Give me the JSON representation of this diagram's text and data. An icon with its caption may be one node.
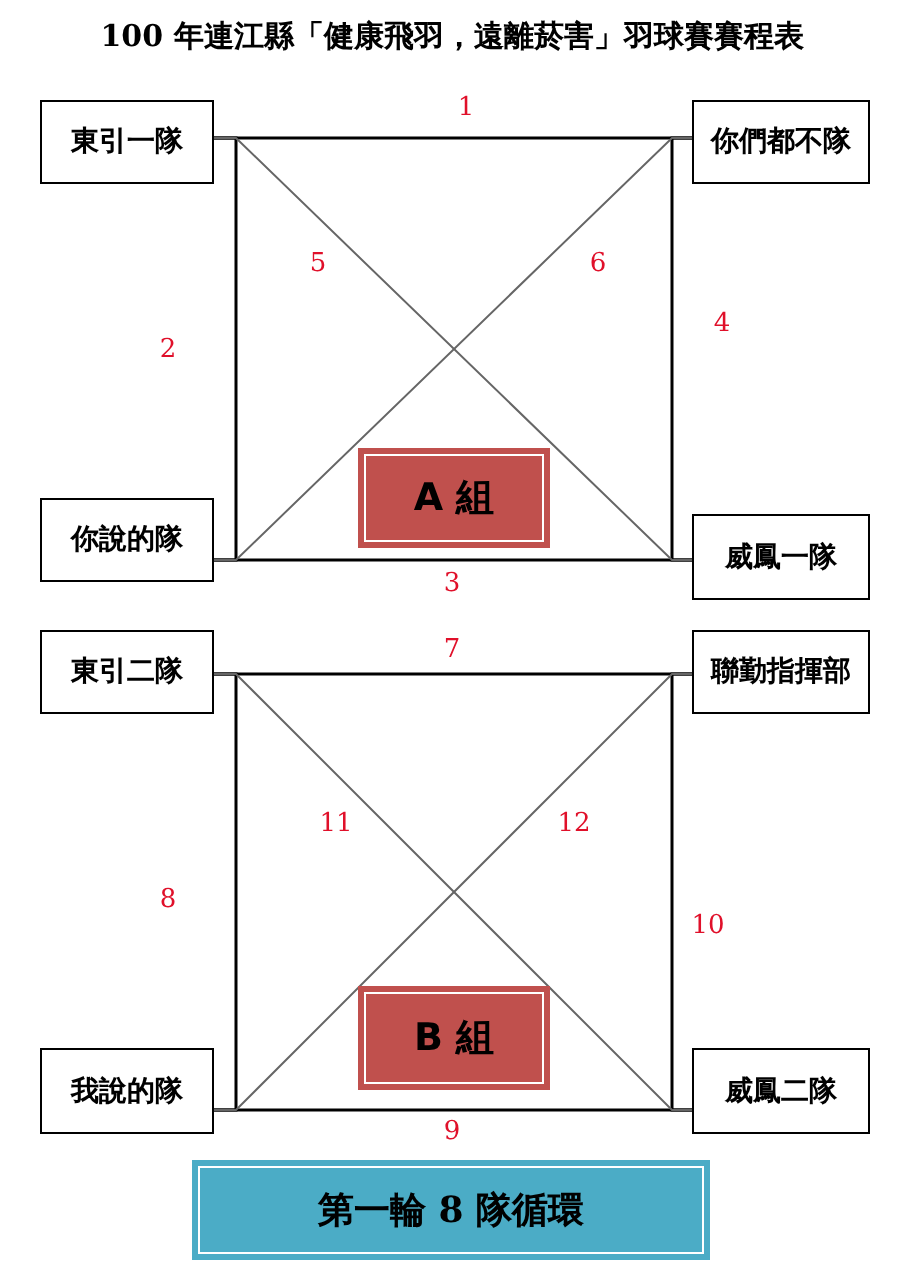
{
  "diagram": {
    "title": "100 年連江縣「健康飛羽，遠離菸害」羽球賽賽程表",
    "nodes": [
      {
        "text": [
          "東引一隊"
        ]
      },
      {
        "text": [
          "你們都不隊"
        ]
      },
      {
        "text": [
          "你說的隊"
        ]
      },
      {
        "text": [
          "威鳳一隊"
        ]
      },
      {
        "text": [
          "A 組"
        ]
      },
      {
        "text": [
          "東引二隊"
        ]
      },
      {
        "text": [
          "聯勤指揮部"
        ]
      },
      {
        "text": [
          "我說的隊"
        ]
      },
      {
        "text": [
          "威鳳二隊"
        ]
      },
      {
        "text": [
          "B 組"
        ]
      },
      {
        "text": [
          "第一輪 8 隊循環"
        ]
      }
    ],
    "edges": [
      {
        "from": 0,
        "to": 1,
        "arrow": "none",
        "label": "1"
      },
      {
        "from": 0,
        "to": 2,
        "arrow": "none",
        "label": "2"
      },
      {
        "from": 2,
        "to": 3,
        "arrow": "none",
        "label": "3"
      },
      {
        "from": 1,
        "to": 3,
        "arrow": "none",
        "label": "4"
      },
      {
        "from": 0,
        "to": 3,
        "arrow": "none",
        "label": "5",
        "color": "#666666"
      },
      {
        "from": 1,
        "to": 2,
        "arrow": "none",
        "label": "6",
        "color": "#666666"
      },
      {
        "from": 5,
        "to": 6,
        "arrow": "none",
        "label": "7"
      },
      {
        "from": 5,
        "to": 7,
        "arrow": "none",
        "label": "8"
      },
      {
        "from": 7,
        "to": 8,
        "arrow": "none",
        "label": "9"
      },
      {
        "from": 6,
        "to": 8,
        "arrow": "none",
        "label": "10"
      },
      {
        "from": 5,
        "to": 8,
        "arrow": "none",
        "label": "11",
        "color": "#666666"
      },
      {
        "from": 6,
        "to": 7,
        "arrow": "none",
        "label": "12",
        "color": "#666666"
      }
    ]
  }
}
